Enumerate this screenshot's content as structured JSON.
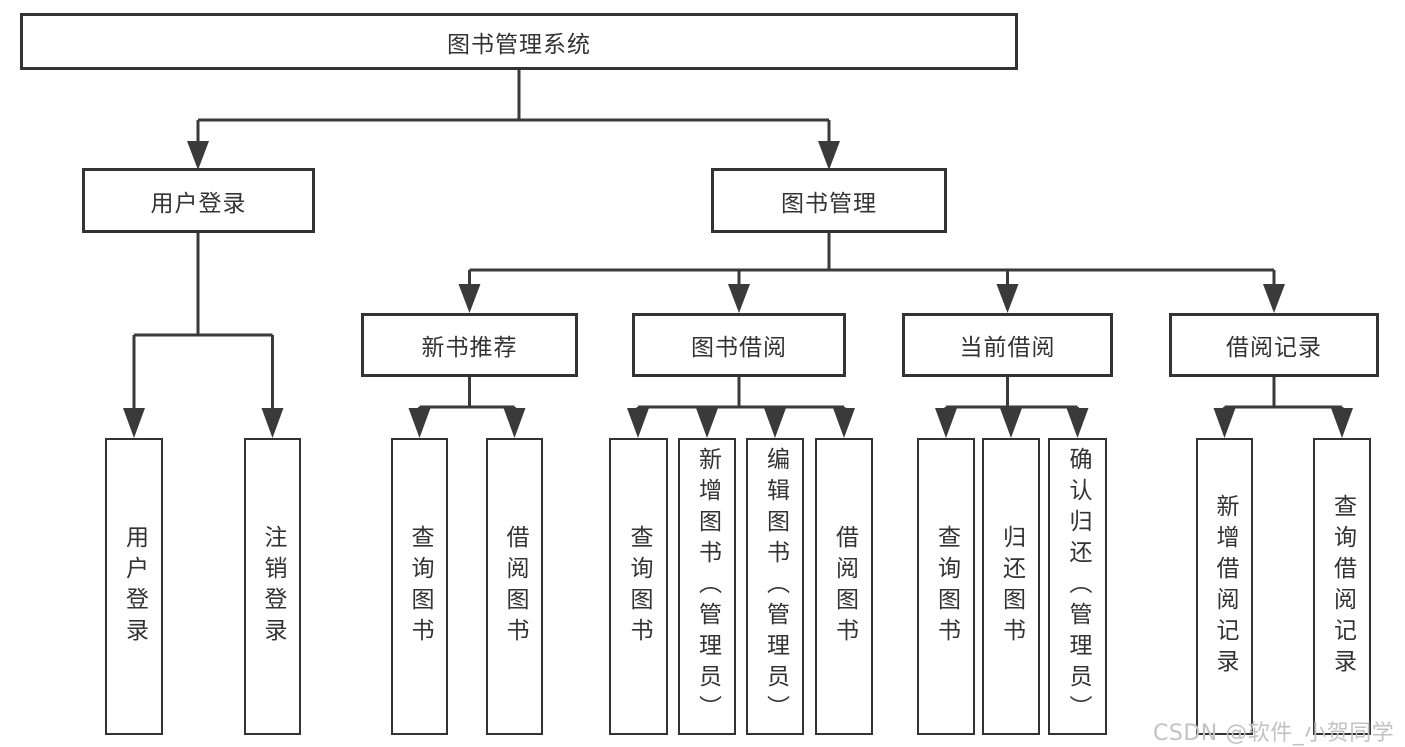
{
  "tree": {
    "root": {
      "label": "图书管理系统"
    },
    "login": {
      "label": "用户登录",
      "children": [
        "用户登录",
        "注销登录"
      ]
    },
    "mgmt": {
      "label": "图书管理",
      "groups": [
        {
          "label": "新书推荐",
          "children": [
            "查询图书",
            "借阅图书"
          ]
        },
        {
          "label": "图书借阅",
          "children": [
            "查询图书",
            "新增图书（管理员）",
            "编辑图书（管理员）",
            "借阅图书"
          ]
        },
        {
          "label": "当前借阅",
          "children": [
            "查询图书",
            "归还图书",
            "确认归还（管理员）"
          ]
        },
        {
          "label": "借阅记录",
          "children": [
            "新增借阅记录",
            "查询借阅记录"
          ]
        }
      ]
    }
  },
  "watermark": {
    "text": "CSDN @软件_小贺同学"
  }
}
